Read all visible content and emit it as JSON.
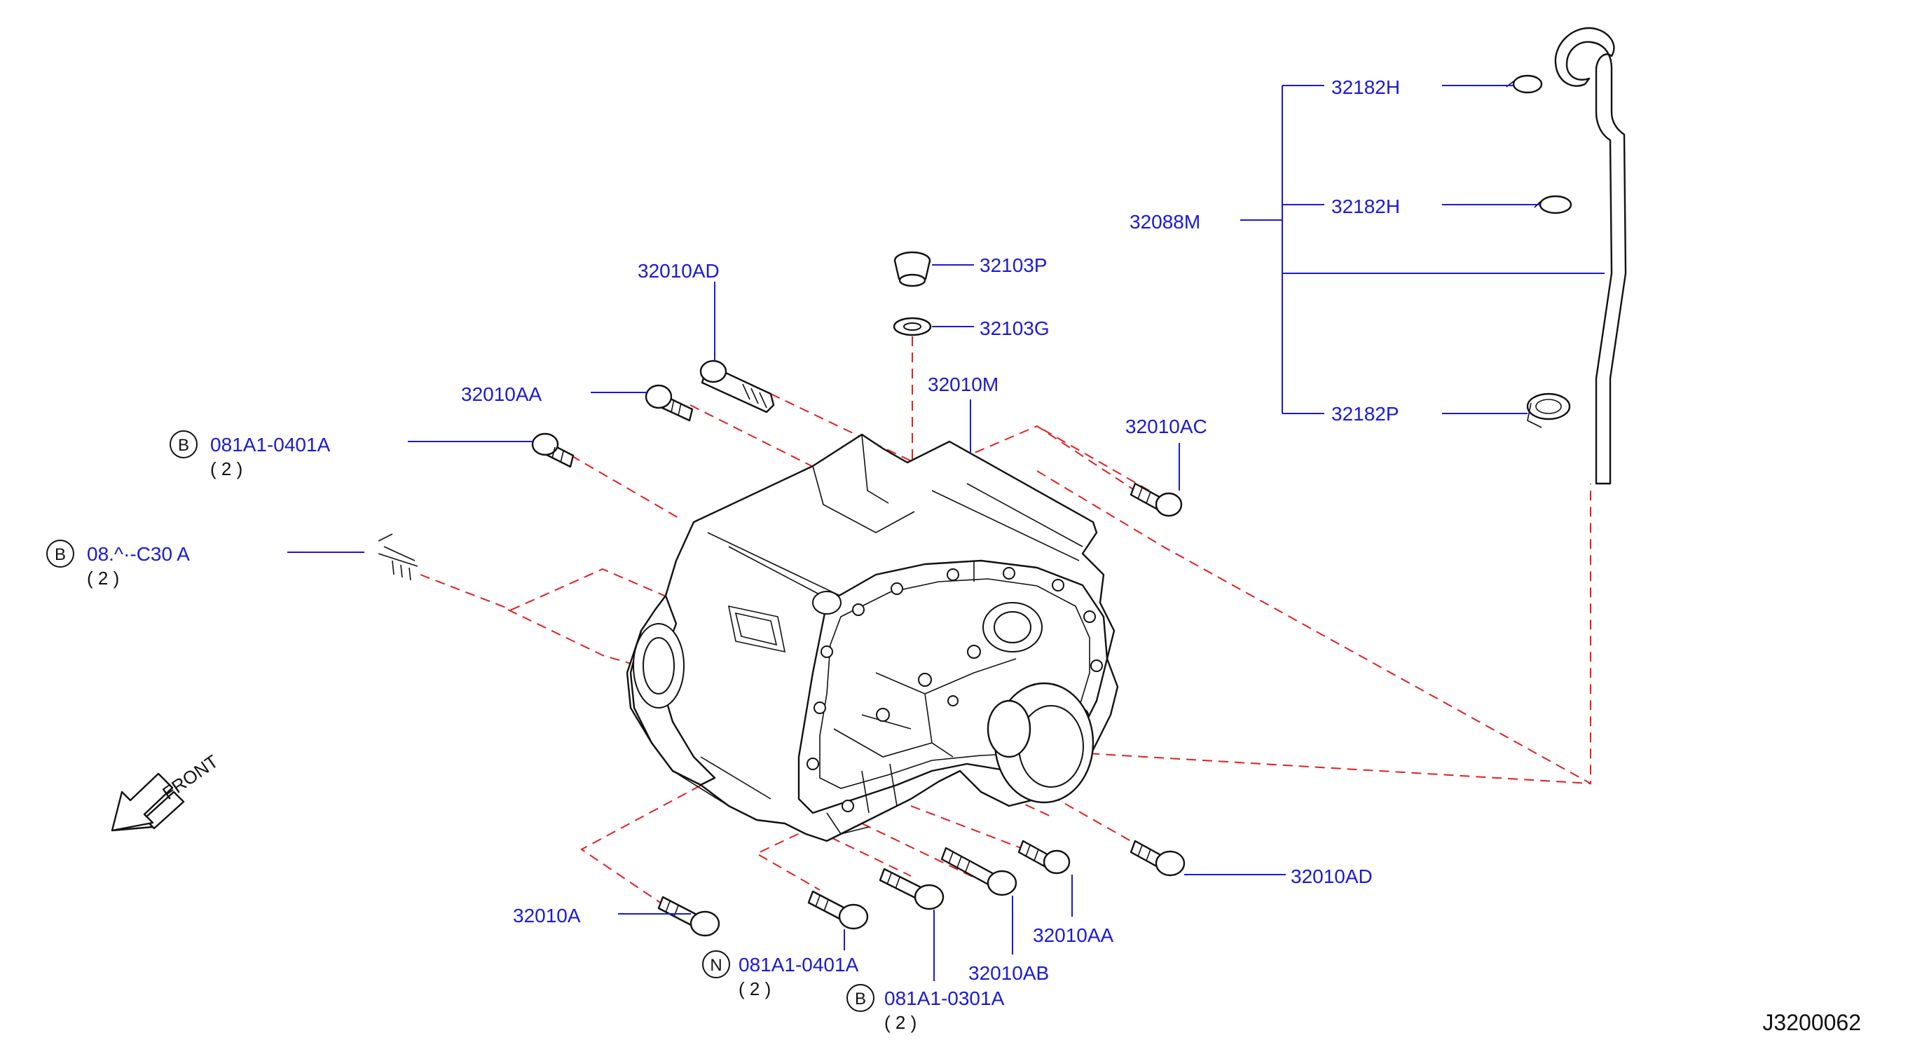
{
  "diagram": {
    "code": "J3200062",
    "front_label": "FRONT",
    "labels": {
      "p32182H_top": "32182H",
      "p32182H_mid": "32182H",
      "p32088M": "32088M",
      "p32182P": "32182P",
      "p32010AD_top": "32010AD",
      "p32103P": "32103P",
      "p32103G": "32103G",
      "p32010M": "32010M",
      "p32010AA_top": "32010AA",
      "p32010AC": "32010AC",
      "b1_part": "081A1-0401A",
      "b1_qty": "( 2 )",
      "b2_part": "08.^·-C30  A",
      "b2_qty": "( 2 )",
      "p32010AD_right": "32010AD",
      "p32010AA_bottom": "32010AA",
      "p32010AB": "32010AB",
      "p32010A": "32010A",
      "n_part": "081A1-0401A",
      "n_qty": "( 2 )",
      "b3_part": "081A1-0301A",
      "b3_qty": "( 2 )"
    },
    "circle_letters": {
      "b1": "B",
      "b2": "B",
      "n": "N",
      "b3": "B"
    },
    "colors": {
      "label": "#1a1ad6",
      "dashed_guide": "#e02020",
      "outline": "#111111"
    }
  }
}
